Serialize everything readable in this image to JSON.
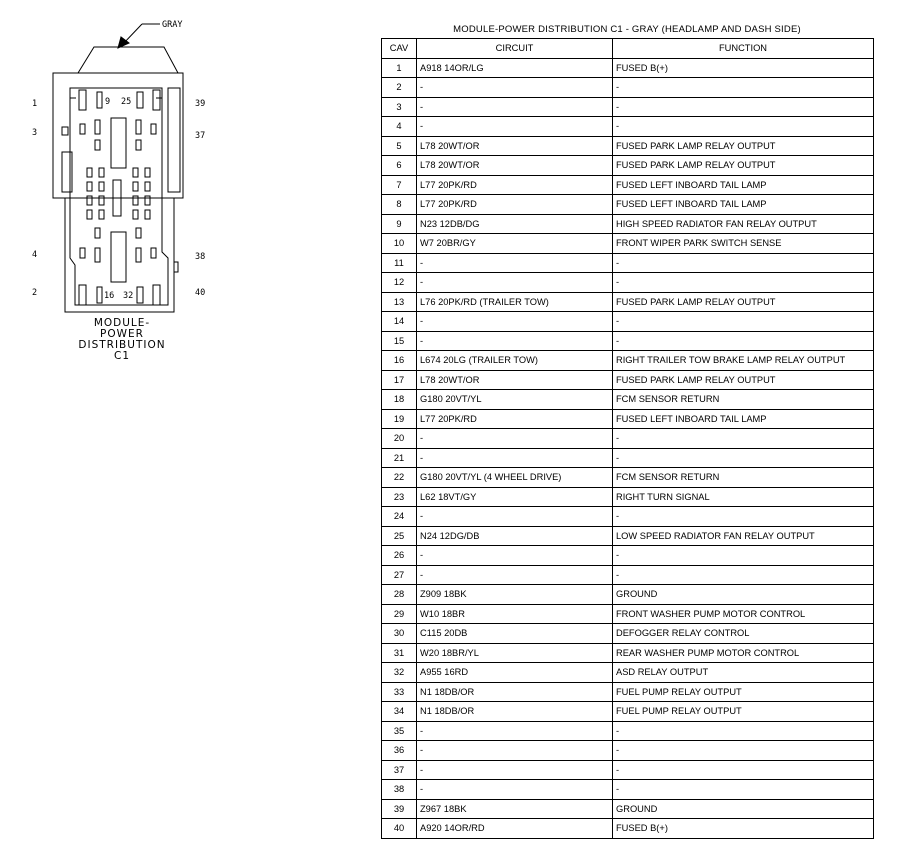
{
  "connector": {
    "color_label": "GRAY",
    "caption_lines": [
      "MODULE-",
      "POWER",
      "DISTRIBUTION",
      "C1"
    ],
    "pin_labels": {
      "p1": "1",
      "p3": "3",
      "p4": "4",
      "p2": "2",
      "p39": "39",
      "p37": "37",
      "p38": "38",
      "p40": "40",
      "p9": "9",
      "p25": "25",
      "p16": "16",
      "p32": "32"
    }
  },
  "table": {
    "title": "MODULE-POWER DISTRIBUTION C1 - GRAY (HEADLAMP AND DASH SIDE)",
    "headers": [
      "CAV",
      "CIRCUIT",
      "FUNCTION"
    ],
    "rows": [
      [
        "1",
        "A918 14OR/LG",
        "FUSED B(+)"
      ],
      [
        "2",
        "-",
        "-"
      ],
      [
        "3",
        "-",
        "-"
      ],
      [
        "4",
        "-",
        "-"
      ],
      [
        "5",
        "L78 20WT/OR",
        "FUSED PARK LAMP RELAY OUTPUT"
      ],
      [
        "6",
        "L78 20WT/OR",
        "FUSED PARK LAMP RELAY OUTPUT"
      ],
      [
        "7",
        "L77 20PK/RD",
        "FUSED LEFT INBOARD TAIL LAMP"
      ],
      [
        "8",
        "L77 20PK/RD",
        "FUSED LEFT INBOARD TAIL LAMP"
      ],
      [
        "9",
        "N23 12DB/DG",
        "HIGH SPEED RADIATOR FAN RELAY OUTPUT"
      ],
      [
        "10",
        "W7 20BR/GY",
        "FRONT WIPER PARK SWITCH SENSE"
      ],
      [
        "11",
        "-",
        "-"
      ],
      [
        "12",
        "-",
        "-"
      ],
      [
        "13",
        "L76 20PK/RD (TRAILER TOW)",
        "FUSED PARK LAMP RELAY OUTPUT"
      ],
      [
        "14",
        "-",
        "-"
      ],
      [
        "15",
        "-",
        "-"
      ],
      [
        "16",
        "L674 20LG (TRAILER TOW)",
        "RIGHT TRAILER TOW BRAKE LAMP RELAY OUTPUT"
      ],
      [
        "17",
        "L78 20WT/OR",
        "FUSED PARK LAMP RELAY OUTPUT"
      ],
      [
        "18",
        "G180 20VT/YL",
        "FCM SENSOR RETURN"
      ],
      [
        "19",
        "L77 20PK/RD",
        "FUSED LEFT INBOARD TAIL LAMP"
      ],
      [
        "20",
        "-",
        "-"
      ],
      [
        "21",
        "-",
        "-"
      ],
      [
        "22",
        "G180 20VT/YL (4 WHEEL DRIVE)",
        "FCM SENSOR RETURN"
      ],
      [
        "23",
        "L62 18VT/GY",
        "RIGHT TURN SIGNAL"
      ],
      [
        "24",
        "-",
        "-"
      ],
      [
        "25",
        "N24 12DG/DB",
        "LOW SPEED RADIATOR FAN RELAY OUTPUT"
      ],
      [
        "26",
        "-",
        "-"
      ],
      [
        "27",
        "-",
        "-"
      ],
      [
        "28",
        "Z909 18BK",
        "GROUND"
      ],
      [
        "29",
        "W10 18BR",
        "FRONT WASHER PUMP MOTOR CONTROL"
      ],
      [
        "30",
        "C115 20DB",
        "DEFOGGER RELAY CONTROL"
      ],
      [
        "31",
        "W20 18BR/YL",
        "REAR WASHER PUMP MOTOR CONTROL"
      ],
      [
        "32",
        "A955 16RD",
        "ASD RELAY OUTPUT"
      ],
      [
        "33",
        "N1 18DB/OR",
        "FUEL PUMP RELAY OUTPUT"
      ],
      [
        "34",
        "N1 18DB/OR",
        "FUEL PUMP RELAY OUTPUT"
      ],
      [
        "35",
        "-",
        "-"
      ],
      [
        "36",
        "-",
        "-"
      ],
      [
        "37",
        "-",
        "-"
      ],
      [
        "38",
        "-",
        "-"
      ],
      [
        "39",
        "Z967 18BK",
        "GROUND"
      ],
      [
        "40",
        "A920 14OR/RD",
        "FUSED B(+)"
      ]
    ]
  }
}
